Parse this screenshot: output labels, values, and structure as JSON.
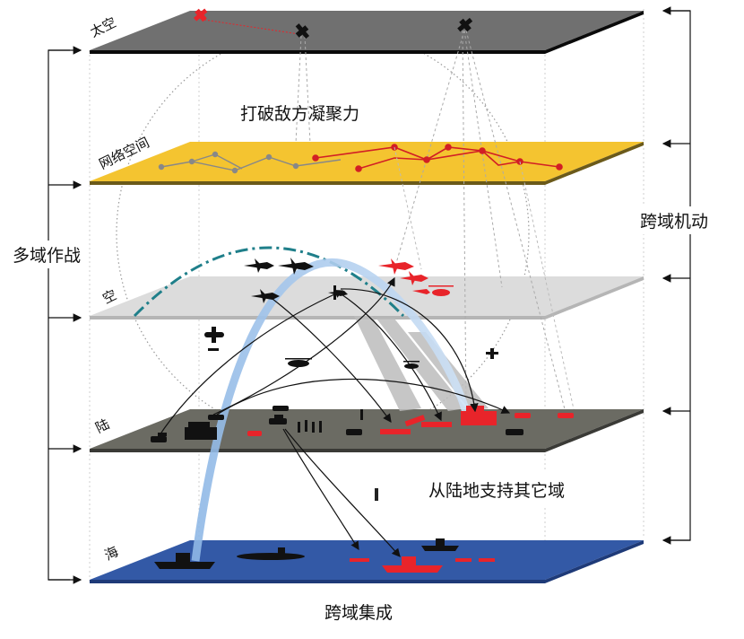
{
  "layers": {
    "space": "太空",
    "cyber": "网络空间",
    "air": "空",
    "land": "陆",
    "sea": "海"
  },
  "captions": {
    "break_cohesion": "打破敌方凝聚力",
    "multi_domain_ops": "多域作战",
    "cross_domain_maneuver": "跨域机动",
    "land_supports_other": "从陆地支持其它域",
    "cross_domain_integration": "跨域集成"
  },
  "colors": {
    "space_plane": "#707070",
    "cyber_plane": "#f4c430",
    "air_plane": "#d9d9d9",
    "land_plane": "#6b6b63",
    "sea_plane": "#3359a6",
    "enemy": "#e8242a",
    "friendly": "#111111",
    "arc_blue": "#8fb8e6",
    "dash_teal": "#1f7f8a"
  },
  "icons": [
    "satellite-icon",
    "jet-icon",
    "helicopter-icon",
    "drone-icon",
    "tank-icon",
    "missile-launcher-icon",
    "soldier-icon",
    "ship-icon",
    "submarine-icon"
  ]
}
